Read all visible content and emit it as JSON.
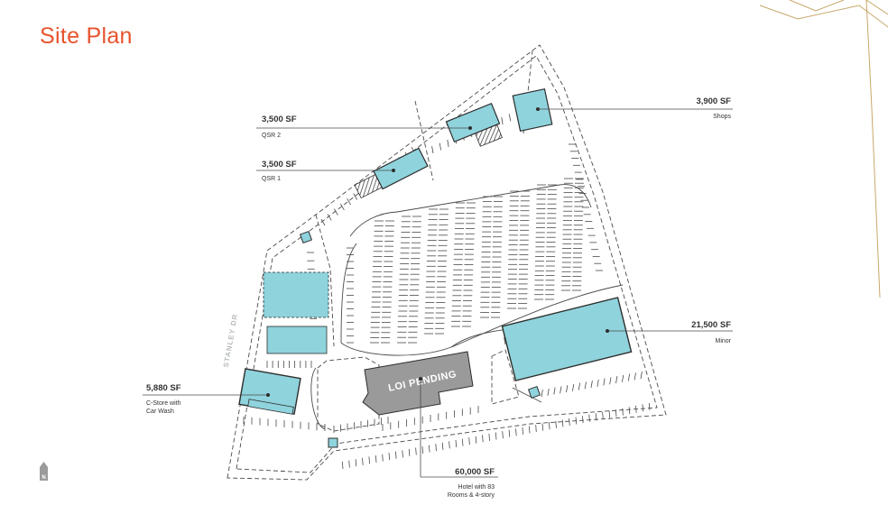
{
  "title": "Site Plan",
  "colors": {
    "accent": "#e8532c",
    "building_fill": "#8fd3dc",
    "building_outline": "#2d2d2d",
    "pending_fill": "#9a9a9a",
    "line": "#4a4a4a",
    "decor_gold": "#c8a76a"
  },
  "street": {
    "name": "STANLEY DR"
  },
  "north_arrow": {
    "label": "N"
  },
  "pending_status": "LOI PENDING",
  "parcels": [
    {
      "id": "shops",
      "area": "3,900 SF",
      "desc_lines": [
        "Shops"
      ]
    },
    {
      "id": "qsr2",
      "area": "3,500 SF",
      "desc_lines": [
        "QSR 2"
      ]
    },
    {
      "id": "qsr1",
      "area": "3,500 SF",
      "desc_lines": [
        "QSR 1"
      ]
    },
    {
      "id": "minor",
      "area": "21,500 SF",
      "desc_lines": [
        "Minor"
      ]
    },
    {
      "id": "cstore",
      "area": "5,880 SF",
      "desc_lines": [
        "C-Store with",
        "Car Wash"
      ]
    },
    {
      "id": "hotel",
      "area": "60,000 SF",
      "desc_lines": [
        "Hotel with 83",
        "Rooms & 4-story"
      ]
    }
  ]
}
